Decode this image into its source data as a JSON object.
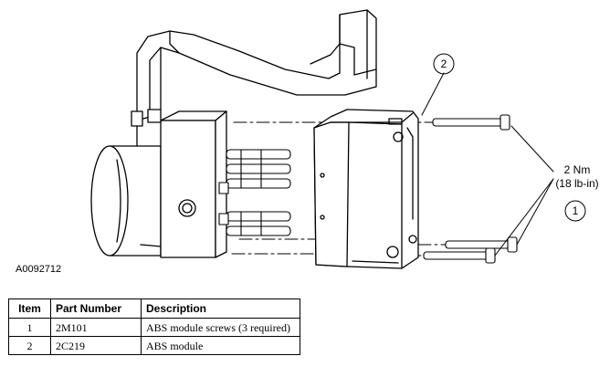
{
  "figure": {
    "reference_id": "A0092712",
    "torque_spec": {
      "value": "2 Nm",
      "alt_value": "(18 lb-in)"
    },
    "callouts": [
      {
        "number": "1"
      },
      {
        "number": "2"
      }
    ]
  },
  "parts_table": {
    "headers": {
      "item": "Item",
      "part_number": "Part Number",
      "description": "Description"
    },
    "rows": [
      {
        "item": "1",
        "part_number": "2M101",
        "description": "ABS module screws (3 required)"
      },
      {
        "item": "2",
        "part_number": "2C219",
        "description": "ABS module"
      }
    ]
  }
}
